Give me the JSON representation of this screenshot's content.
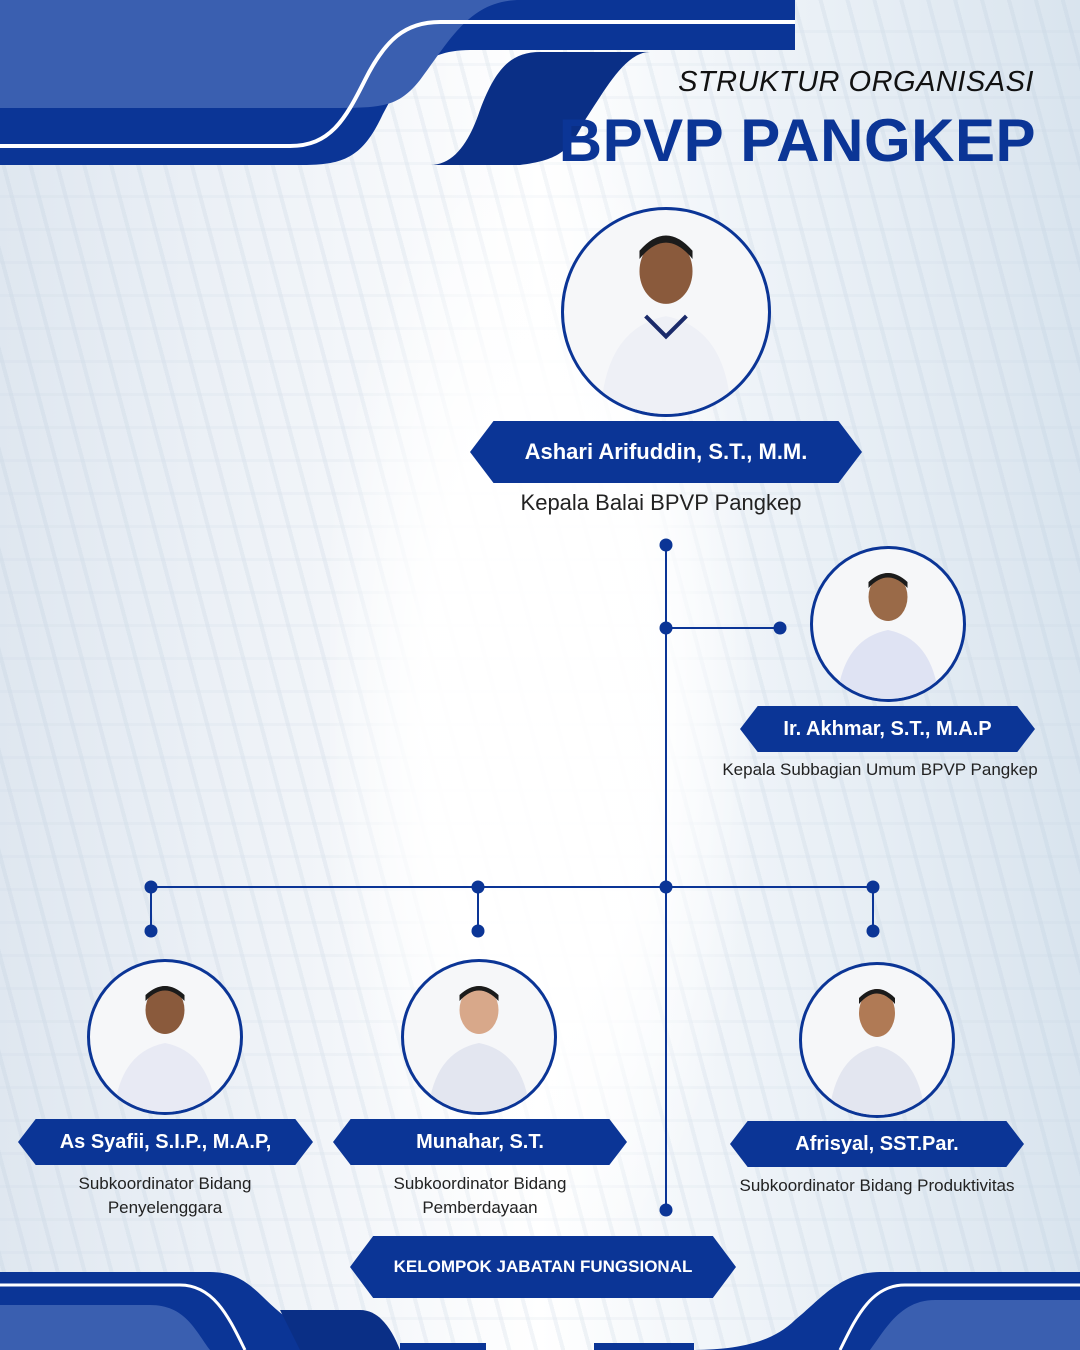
{
  "header": {
    "subtitle": "STRUKTUR ORGANISASI",
    "title": "BPVP PANGKEP"
  },
  "colors": {
    "primary": "#0b3596",
    "secondary": "#3a5fb0"
  },
  "head": {
    "name": "Ashari Arifuddin, S.T., M.M.",
    "role": "Kepala Balai BPVP Pangkep"
  },
  "subbag": {
    "name": "Ir. Akhmar, S.T., M.A.P",
    "role": "Kepala Subbagian Umum BPVP Pangkep"
  },
  "subkoordinators": [
    {
      "name": "As Syafii, S.I.P., M.A.P,",
      "role_line1": "Subkoordinator Bidang",
      "role_line2": "Penyelenggara"
    },
    {
      "name": "Munahar, S.T.",
      "role_line1": "Subkoordinator Bidang",
      "role_line2": "Pemberdayaan"
    },
    {
      "name": "Afrisyal, SST.Par.",
      "role_line1": "Subkoordinator Bidang Produktivitas"
    }
  ],
  "functional": {
    "label": "KELOMPOK JABATAN FUNGSIONAL"
  }
}
